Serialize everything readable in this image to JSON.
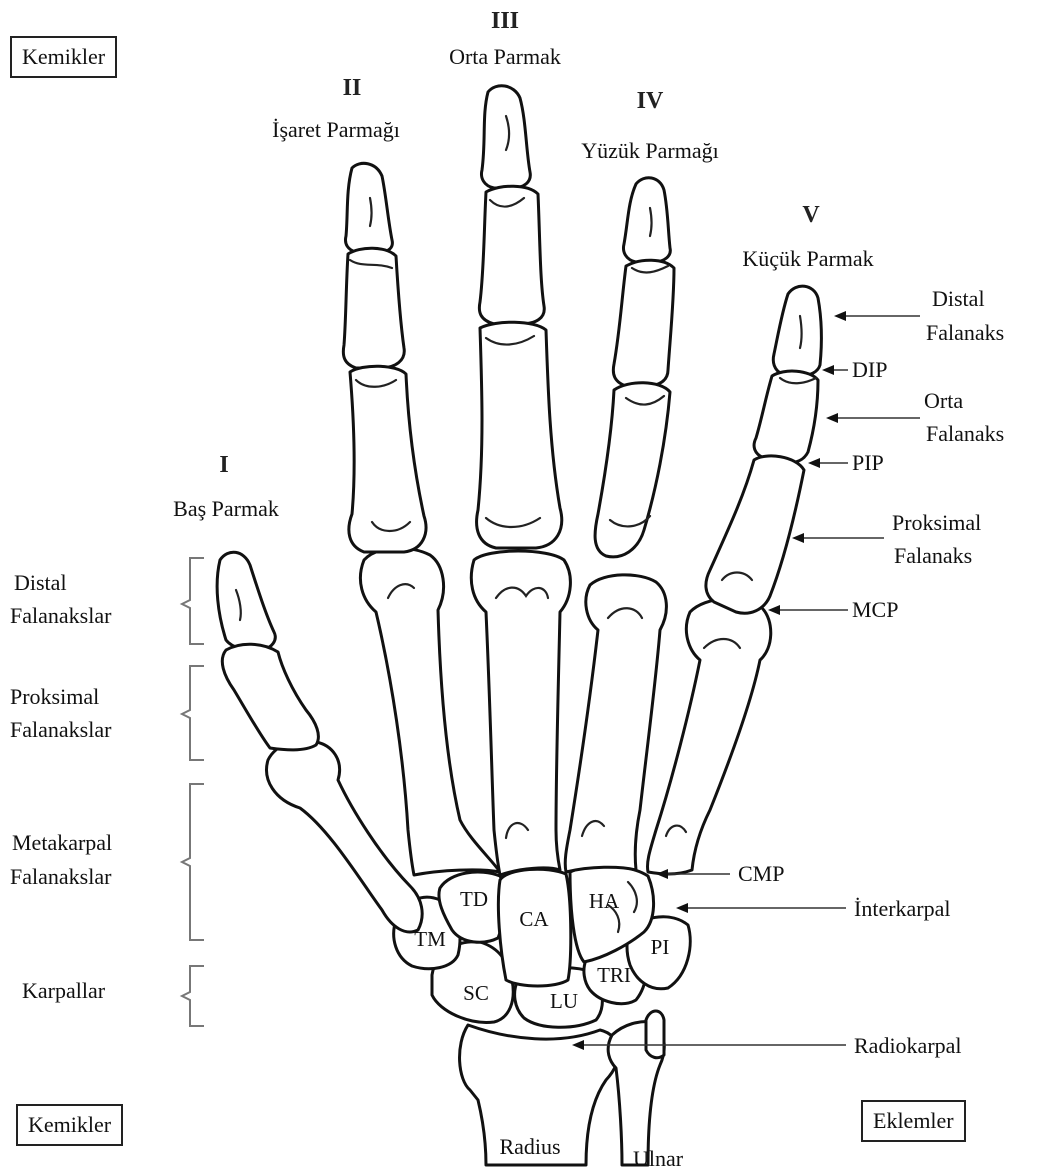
{
  "boxes": {
    "top_left": "Kemikler",
    "bottom_left": "Kemikler",
    "bottom_right": "Eklemler"
  },
  "fingers": [
    {
      "numeral": "I",
      "name": "Baş Parmak"
    },
    {
      "numeral": "II",
      "name": "İşaret Parmağı"
    },
    {
      "numeral": "III",
      "name": "Orta Parmak"
    },
    {
      "numeral": "IV",
      "name": "Yüzük Parmağı"
    },
    {
      "numeral": "V",
      "name": "Küçük Parmak"
    }
  ],
  "left_groups": [
    {
      "line1": "Distal",
      "line2": "Falanakslar"
    },
    {
      "line1": "Proksimal",
      "line2": "Falanakslar"
    },
    {
      "line1": "Metakarpal",
      "line2": "Falanakslar"
    },
    {
      "line1": "Karpallar",
      "line2": ""
    }
  ],
  "right_labels": {
    "distal": [
      "Distal",
      "Falanaks"
    ],
    "dip": "DIP",
    "middle": [
      "Orta",
      "Falanaks"
    ],
    "pip": "PIP",
    "proximal": [
      "Proksimal",
      "Falanaks"
    ],
    "mcp": "MCP",
    "cmp": "CMP",
    "intercarpal": "İnterkarpal",
    "radiocarpal": "Radiokarpal"
  },
  "carpal_bones": [
    "TD",
    "CA",
    "HA",
    "TM",
    "PI",
    "SC",
    "LU",
    "TRI"
  ],
  "forearm": {
    "radius": "Radius",
    "ulnar": "Ulnar"
  }
}
